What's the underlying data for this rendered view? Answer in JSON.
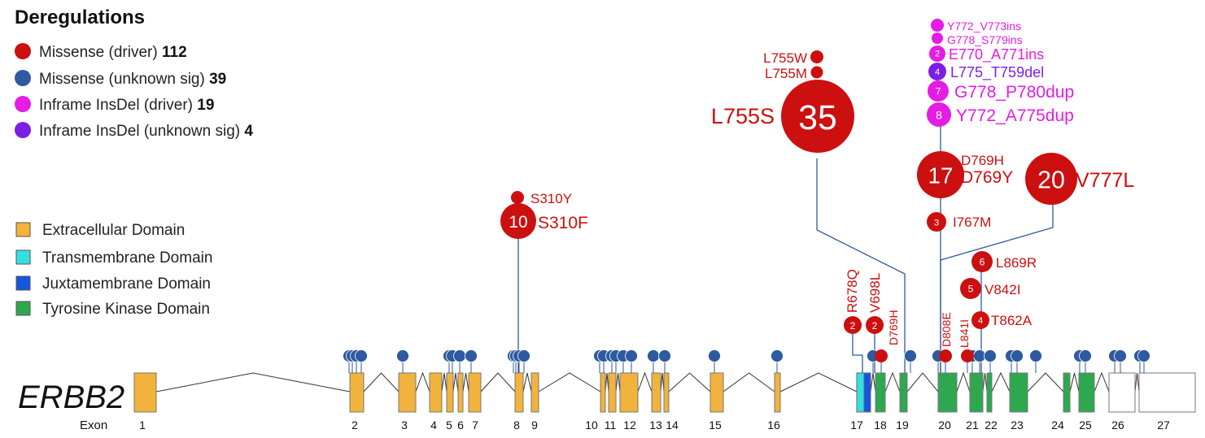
{
  "title": "Deregulations",
  "gene": "ERBB2",
  "exon_axis_label": "Exon",
  "colors": {
    "missense_driver": "#cc0f0f",
    "missense_unknown": "#2e5aa0",
    "inframe_driver": "#e41ce4",
    "inframe_unknown": "#7b1fe6",
    "extracellular": "#f2b33c",
    "transmembrane": "#33e0e0",
    "juxtamembrane": "#1655e0",
    "kinase": "#2ea84f",
    "utr": "#ffffff",
    "stem": "#2e5aa0"
  },
  "mutation_legend": [
    {
      "label": "Missense (driver)",
      "count": "112",
      "color_key": "missense_driver"
    },
    {
      "label": "Missense (unknown sig)",
      "count": "39",
      "color_key": "missense_unknown"
    },
    {
      "label": "Inframe InsDel (driver)",
      "count": "19",
      "color_key": "inframe_driver"
    },
    {
      "label": "Inframe InsDel (unknown sig)",
      "count": "4",
      "color_key": "inframe_unknown"
    }
  ],
  "domain_legend": [
    {
      "label": "Extracellular Domain",
      "color_key": "extracellular"
    },
    {
      "label": "Transmembrane Domain",
      "color_key": "transmembrane"
    },
    {
      "label": "Juxtamembrane Domain",
      "color_key": "juxtamembrane"
    },
    {
      "label": "Tyrosine Kinase Domain",
      "color_key": "kinase"
    }
  ],
  "exons": [
    "1",
    "2",
    "3",
    "4",
    "5",
    "6",
    "7",
    "8",
    "9",
    "10",
    "11",
    "12",
    "13",
    "14",
    "15",
    "16",
    "17",
    "18",
    "19",
    "20",
    "21",
    "22",
    "23",
    "24",
    "25",
    "26",
    "27"
  ],
  "mutations": [
    {
      "name": "S310F",
      "count": "10",
      "exon": "8",
      "type": "missense_driver"
    },
    {
      "name": "S310Y",
      "count": "",
      "exon": "8",
      "type": "missense_driver"
    },
    {
      "name": "R678Q",
      "count": "2",
      "exon": "17",
      "type": "missense_driver"
    },
    {
      "name": "V698L",
      "count": "2",
      "exon": "18",
      "type": "missense_driver"
    },
    {
      "name": "D769H",
      "count": "",
      "exon": "18",
      "type": "missense_driver"
    },
    {
      "name": "L755S",
      "count": "35",
      "exon": "19",
      "type": "missense_driver"
    },
    {
      "name": "L755M",
      "count": "",
      "exon": "19",
      "type": "missense_driver"
    },
    {
      "name": "L755W",
      "count": "",
      "exon": "19",
      "type": "missense_driver"
    },
    {
      "name": "D769Y",
      "count": "17",
      "exon": "20",
      "type": "missense_driver",
      "name2": "D769H"
    },
    {
      "name": "I767M",
      "count": "3",
      "exon": "20",
      "type": "missense_driver"
    },
    {
      "name": "V777L",
      "count": "20",
      "exon": "20",
      "type": "missense_driver"
    },
    {
      "name": "D808E",
      "count": "",
      "exon": "20",
      "type": "missense_driver"
    },
    {
      "name": "Y772_A775dup",
      "count": "8",
      "exon": "20",
      "type": "inframe_driver"
    },
    {
      "name": "G778_P780dup",
      "count": "7",
      "exon": "20",
      "type": "inframe_driver"
    },
    {
      "name": "L775_T759del",
      "count": "4",
      "exon": "20",
      "type": "inframe_unknown"
    },
    {
      "name": "E770_A771ins",
      "count": "2",
      "exon": "20",
      "type": "inframe_driver"
    },
    {
      "name": "G778_S779ins",
      "count": "",
      "exon": "20",
      "type": "inframe_driver"
    },
    {
      "name": "Y772_V773ins",
      "count": "",
      "exon": "20",
      "type": "inframe_driver"
    },
    {
      "name": "L869R",
      "count": "6",
      "exon": "21",
      "type": "missense_driver"
    },
    {
      "name": "V842I",
      "count": "5",
      "exon": "21",
      "type": "missense_driver"
    },
    {
      "name": "T862A",
      "count": "4",
      "exon": "21",
      "type": "missense_driver"
    },
    {
      "name": "L841I",
      "count": "",
      "exon": "21",
      "type": "missense_driver"
    }
  ]
}
